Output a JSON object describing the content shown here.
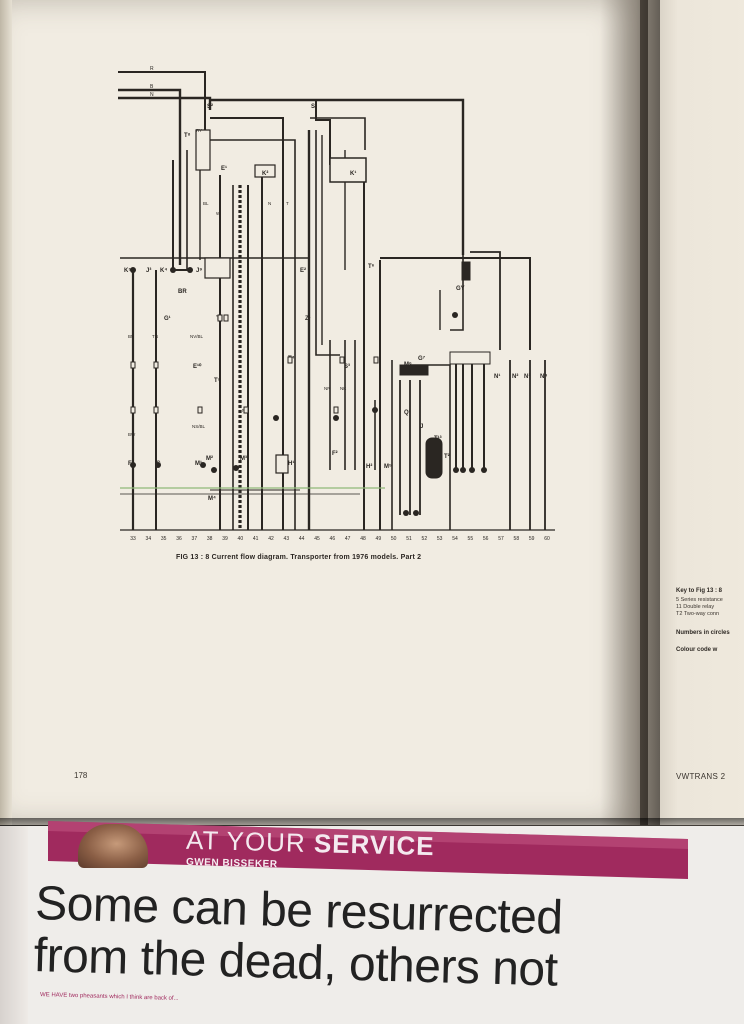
{
  "figure": {
    "caption": "FIG 13 : 8   Current flow diagram. Transporter from 1976 models. Part 2",
    "page_number": "178",
    "circuit_numbers": [
      "33",
      "34",
      "35",
      "36",
      "37",
      "38",
      "39",
      "40",
      "41",
      "42",
      "43",
      "44",
      "45",
      "46",
      "47",
      "48",
      "49",
      "50",
      "51",
      "52",
      "53",
      "54",
      "55",
      "56",
      "57",
      "58",
      "59",
      "60"
    ],
    "top_wires": [
      "R",
      "B",
      "N"
    ],
    "components": [
      "S²",
      "S¹",
      "T⁸",
      "E¹",
      "K²",
      "K¹",
      "K⁵",
      "J³",
      "K⁴",
      "J⁹",
      "BR",
      "G¹",
      "T¹",
      "E¹⁰",
      "T⁷",
      "F",
      "G",
      "M²",
      "M¹",
      "M³",
      "M⁴",
      "T⁴",
      "E²",
      "H¹",
      "Z¹",
      "T⁶",
      "S³",
      "F²",
      "H²",
      "M⁵",
      "M⁶",
      "G⁷",
      "Q¹",
      "T²",
      "P",
      "N¹",
      "N²",
      "N³",
      "N⁴",
      "T¹³",
      "GY",
      "J"
    ],
    "wire_labels": [
      "BN",
      "TN",
      "BW",
      "NV/BL",
      "NS/BL",
      "NR",
      "NK",
      "NV",
      "N",
      "T",
      "BL",
      "W",
      "RY"
    ]
  },
  "right_page": {
    "key_title": "Key to Fig 13 : 8",
    "key_lines": [
      "5  Series resistance",
      "11  Double relay",
      "T2  Two-way conn"
    ],
    "numbers_note": "Numbers in circles",
    "colour_code": "Colour code     w",
    "running_head": "VWTRANS  2"
  },
  "newspaper": {
    "column_title_light": "AT YOUR ",
    "column_title_bold": "SERVICE",
    "byline": "GWEN BISSEKER",
    "headline_line1": "Some can be resurrected",
    "headline_line2": "from the dead, others not",
    "body_snippet": "WE HAVE two pheasants which I think are back of..."
  },
  "colors": {
    "page": "#f1ece2",
    "wire": "#2a2622",
    "banner": "#a02a5e",
    "green_wire": "#8fb87a"
  }
}
